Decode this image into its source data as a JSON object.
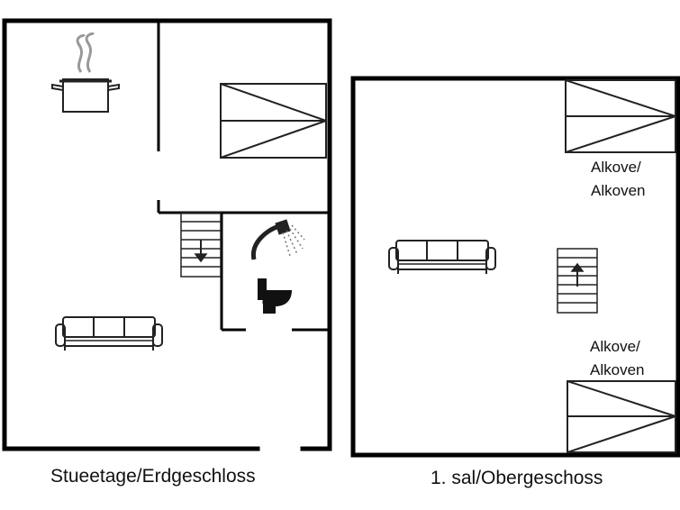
{
  "ground_floor": {
    "caption": "Stueetage/Erdgeschloss",
    "rooms": [
      {
        "name": "kitchen",
        "icon": "cooking-pot-icon"
      },
      {
        "name": "living-room",
        "icon": "sofa-icon"
      },
      {
        "name": "bathroom",
        "icons": [
          "shower-icon",
          "toilet-icon"
        ]
      },
      {
        "name": "bed",
        "icon": "bed-icon"
      },
      {
        "name": "staircase",
        "icon": "stairs-down-icon"
      }
    ]
  },
  "upper_floor": {
    "caption": "1. sal/Obergeschoss",
    "alcove_top": {
      "line1": "Alkove/",
      "line2": "Alkoven"
    },
    "alcove_bottom": {
      "line1": "Alkove/",
      "line2": "Alkoven"
    },
    "rooms": [
      {
        "name": "alcove-top",
        "icon": "bed-icon"
      },
      {
        "name": "living-area",
        "icon": "sofa-icon"
      },
      {
        "name": "staircase",
        "icon": "stairs-up-icon"
      },
      {
        "name": "alcove-bottom",
        "icon": "bed-icon"
      }
    ]
  },
  "colors": {
    "wall": "#000000",
    "line": "#222222",
    "background": "#ffffff"
  }
}
